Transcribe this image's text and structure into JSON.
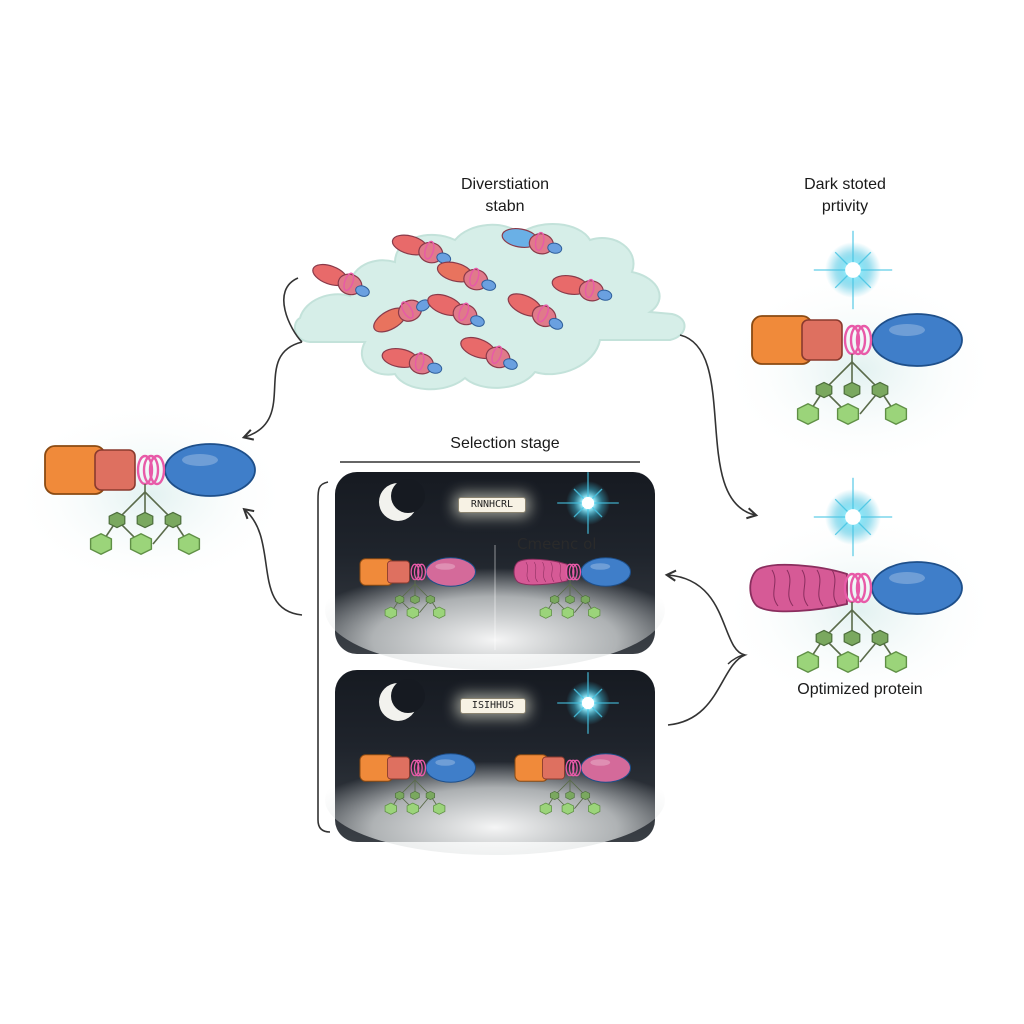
{
  "labels": {
    "diversification_line1": "Diverstiation",
    "diversification_line2": "stabn",
    "dark_line1": "Dark stoted",
    "dark_line2": "prtivity",
    "selection": "Selection stage",
    "optimized": "Optimized protein"
  },
  "panels": {
    "top_tag": "RNNHCRL",
    "top_caption": "Cmeenc ol",
    "bottom_tag": "ISIHHUS"
  },
  "colors": {
    "orange": "#f08a3a",
    "blue": "#3f7ec9",
    "pink": "#d65a96",
    "linker": "#e85aa8",
    "green": "#9bd47a",
    "cloud": "#d7efe9",
    "panel": "#1b1f26"
  }
}
